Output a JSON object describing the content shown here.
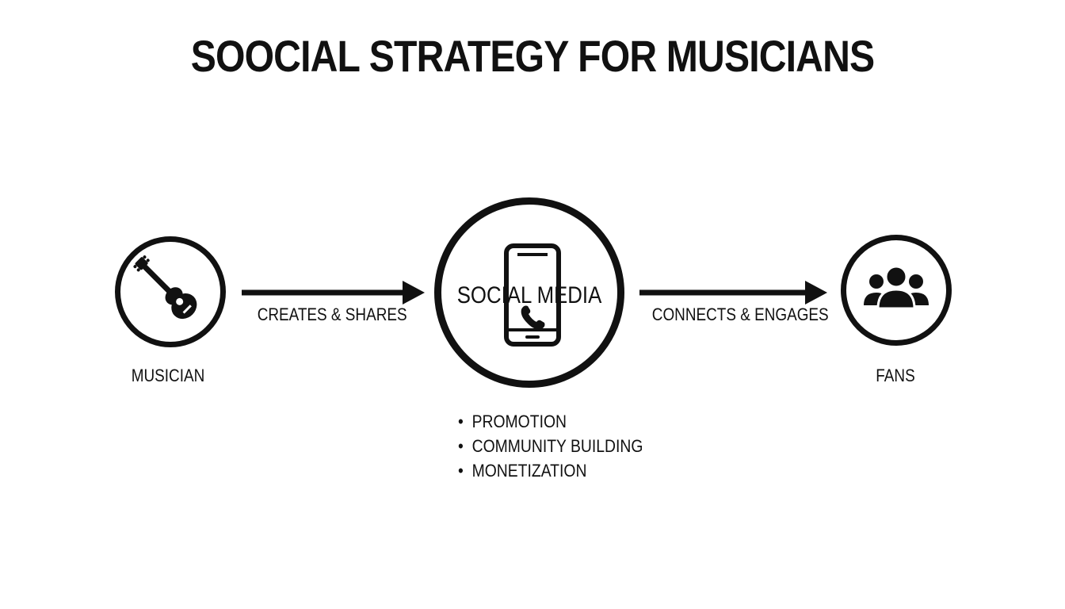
{
  "title": "SOOCIAL STRATEGY FOR MUSICIANS",
  "nodes": {
    "musician": {
      "label": "MUSICIAN",
      "icon": "guitar-icon"
    },
    "social_media": {
      "label": "SOCIAL MEDIA",
      "icon": "smartphone-icon"
    },
    "fans": {
      "label": "FANS",
      "icon": "people-group-icon"
    }
  },
  "edges": [
    {
      "from": "MUSICIAN",
      "to": "SOCIAL MEDIA",
      "label": "CREATES & SHARES"
    },
    {
      "from": "SOCIAL MEDIA",
      "to": "FANS",
      "label": "CONNECTS & ENGAGES"
    }
  ],
  "social_media_functions": [
    "PROMOTION",
    "COMMUNITY BUILDING",
    "MONETIZATION"
  ],
  "bullet_glyph": "•",
  "colors": {
    "ink": "#111111",
    "background": "#ffffff"
  }
}
